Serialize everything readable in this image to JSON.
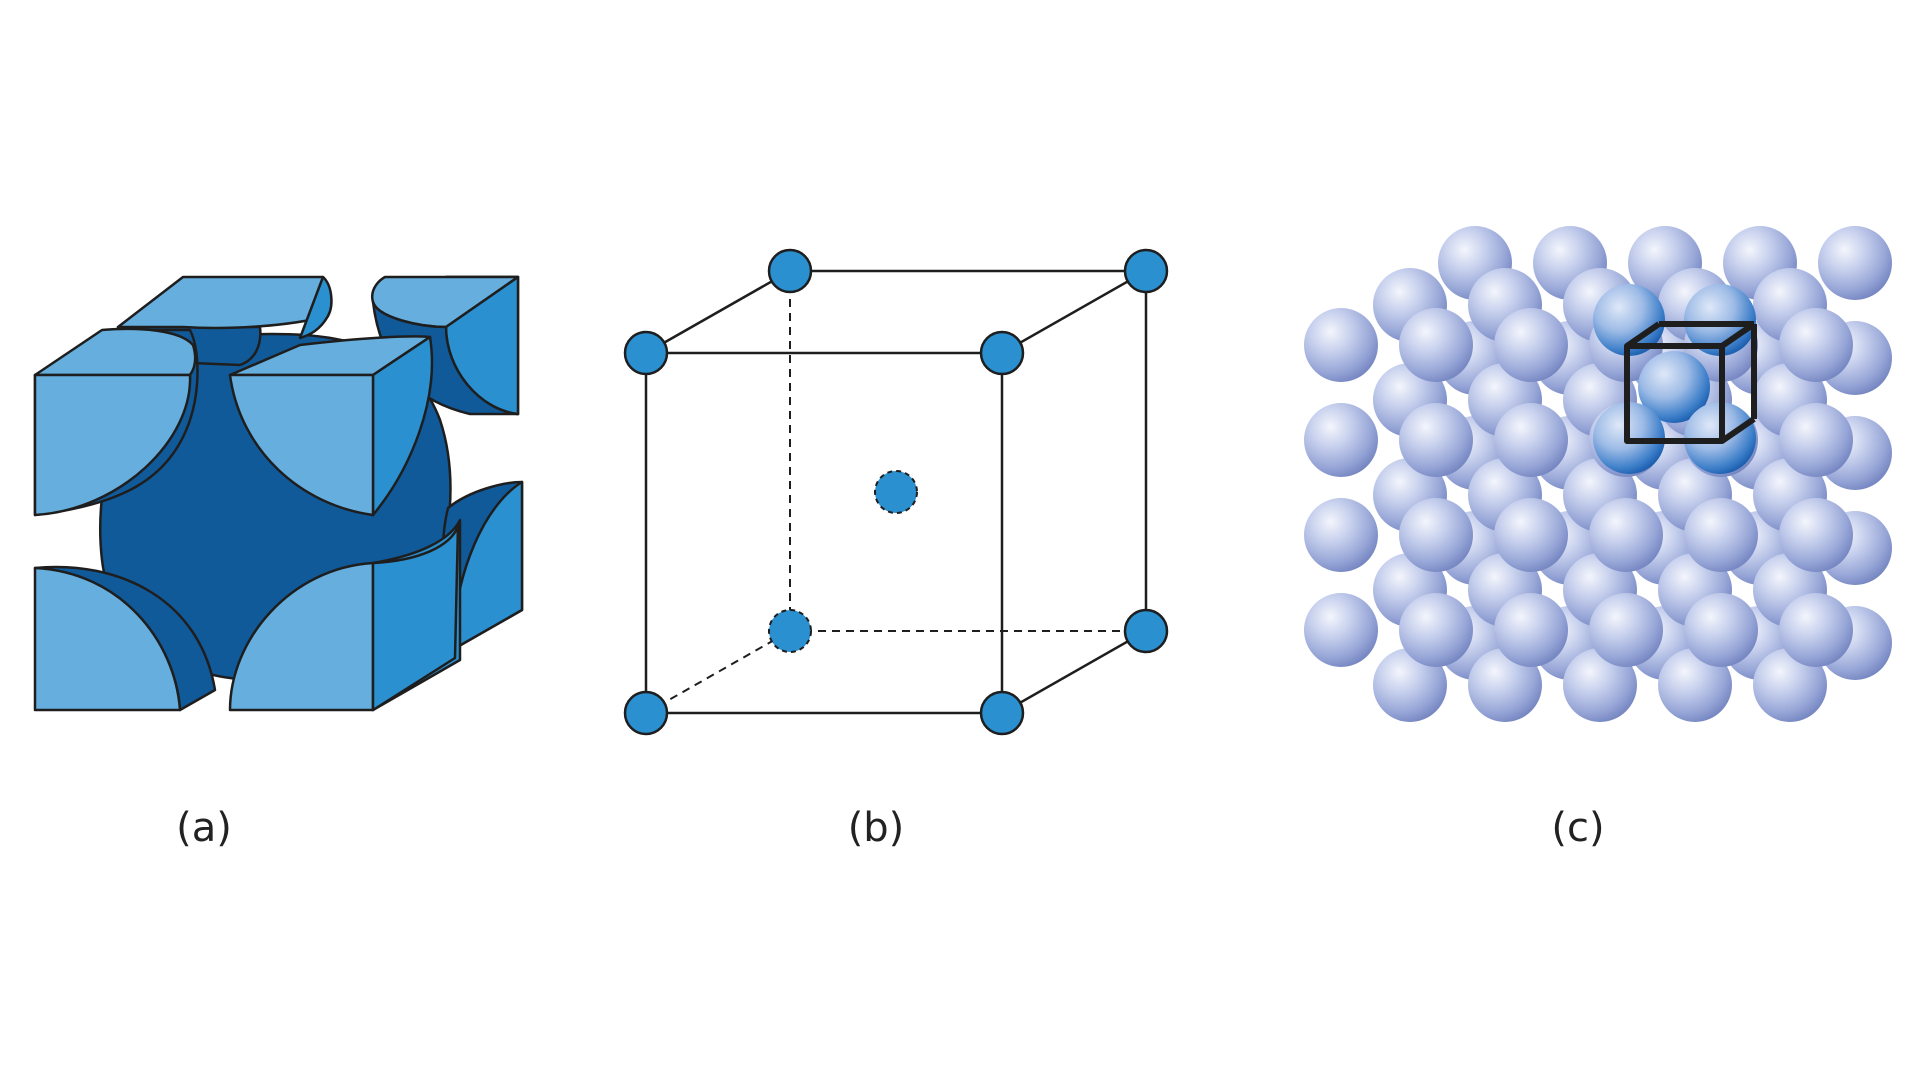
{
  "panels": [
    {
      "id": "a",
      "label": "(a)",
      "depiction": "space-filling-unit-cell"
    },
    {
      "id": "b",
      "label": "(b)",
      "depiction": "ball-and-stick-unit-cell"
    },
    {
      "id": "c",
      "label": "(c)",
      "depiction": "lattice-with-highlighted-unit-cell"
    }
  ],
  "lattice": {
    "rows": 5,
    "columns": 6,
    "layers": 3,
    "highlighted_unit_cell_atoms": 5
  },
  "colors": {
    "atom_fill": "#2a90d0",
    "atom_face": "#66aedd",
    "atom_side": "#2a90d0",
    "atom_dark": "#115a9a",
    "outline": "#1e1e1e",
    "sphere_light": "#e6eaf6",
    "sphere_mid": "#aab8e0",
    "sphere_dark": "#7686c2",
    "highlight": "#1560b0",
    "background": "#ffffff"
  }
}
